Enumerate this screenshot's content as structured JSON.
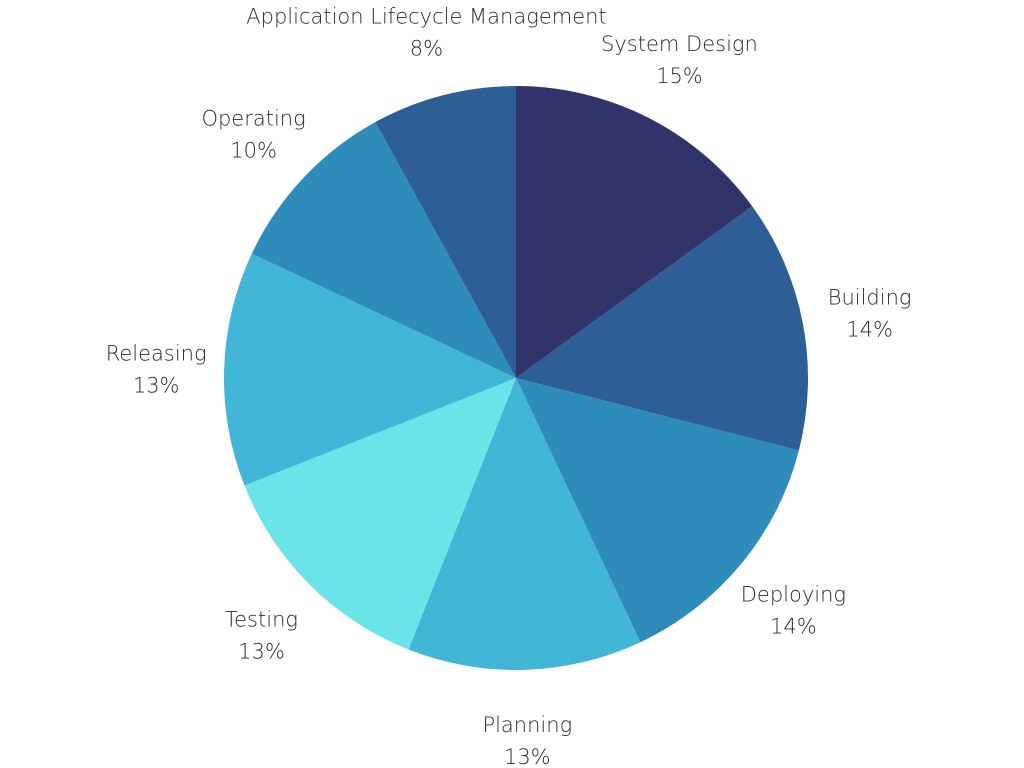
{
  "chart_data": {
    "type": "pie",
    "title": "",
    "start_angle_deg": 0,
    "direction": "clockwise",
    "slices": [
      {
        "label": "System Design",
        "value": 15,
        "value_label": "15%",
        "color": "#31346b"
      },
      {
        "label": "Building",
        "value": 14,
        "value_label": "14%",
        "color": "#2d5e96"
      },
      {
        "label": "Deploying",
        "value": 14,
        "value_label": "14%",
        "color": "#2d8cba"
      },
      {
        "label": "Planning",
        "value": 13,
        "value_label": "13%",
        "color": "#42b6d6"
      },
      {
        "label": "Testing",
        "value": 13,
        "value_label": "13%",
        "color": "#6be4e7"
      },
      {
        "label": "Releasing",
        "value": 13,
        "value_label": "13%",
        "color": "#42b6d6"
      },
      {
        "label": "Operating",
        "value": 10,
        "value_label": "10%",
        "color": "#2d8cba"
      },
      {
        "label": "Application Lifecycle Management",
        "value": 8,
        "value_label": "8%",
        "color": "#2d5e96"
      }
    ]
  }
}
